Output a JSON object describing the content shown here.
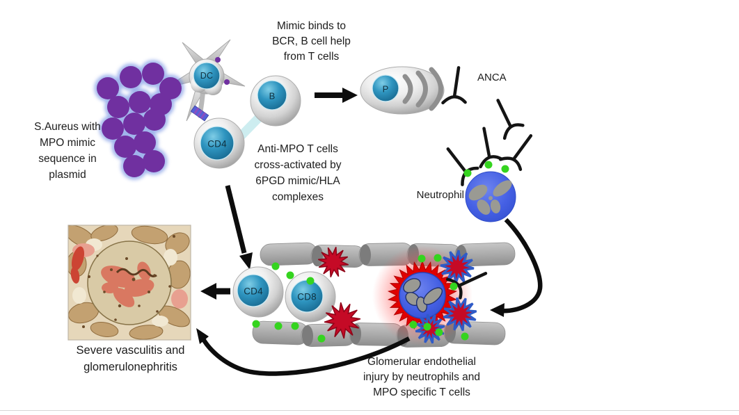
{
  "colors": {
    "nucleus_teal": "#2f95c0",
    "cell_body_gray": "#d9d9d9",
    "neutrophil_blue": "#4560e4",
    "bacteria_purple": "#7030a0",
    "bacteria_glow_blue": "#4f74dc",
    "antigen_green": "#35d41f",
    "injury_red": "#c50a26",
    "starburst_outline_blue": "#2f5bc7",
    "endothelium_gray": "#a8a8a8",
    "arrow_black": "#0d0d0d"
  },
  "cells": {
    "dc": {
      "label": "DC"
    },
    "cd4_apc": {
      "label": "CD4"
    },
    "b_cell": {
      "label": "B"
    },
    "plasma_cell": {
      "label": "P"
    },
    "cd4_effector": {
      "label": "CD4"
    },
    "cd8_effector": {
      "label": "CD8"
    }
  },
  "annotations": {
    "saureus": {
      "lines": [
        "S.Aureus with",
        "MPO mimic",
        "sequence in",
        "plasmid"
      ]
    },
    "mimic_binds": {
      "lines": [
        "Mimic binds to",
        "BCR, B cell help",
        "from T cells"
      ]
    },
    "anti_mpo": {
      "lines": [
        "Anti-MPO T cells",
        "cross-activated by",
        "6PGD mimic/HLA",
        "complexes"
      ]
    },
    "anca": {
      "label": "ANCA"
    },
    "neutrophil": {
      "label": "Neutrophil"
    },
    "severe": {
      "lines": [
        "Severe vasculitis and",
        "glomerulonephritis"
      ]
    },
    "glomerular_injury": {
      "lines": [
        "Glomerular endothelial",
        "injury by neutrophils and",
        "MPO specific T cells"
      ]
    }
  }
}
